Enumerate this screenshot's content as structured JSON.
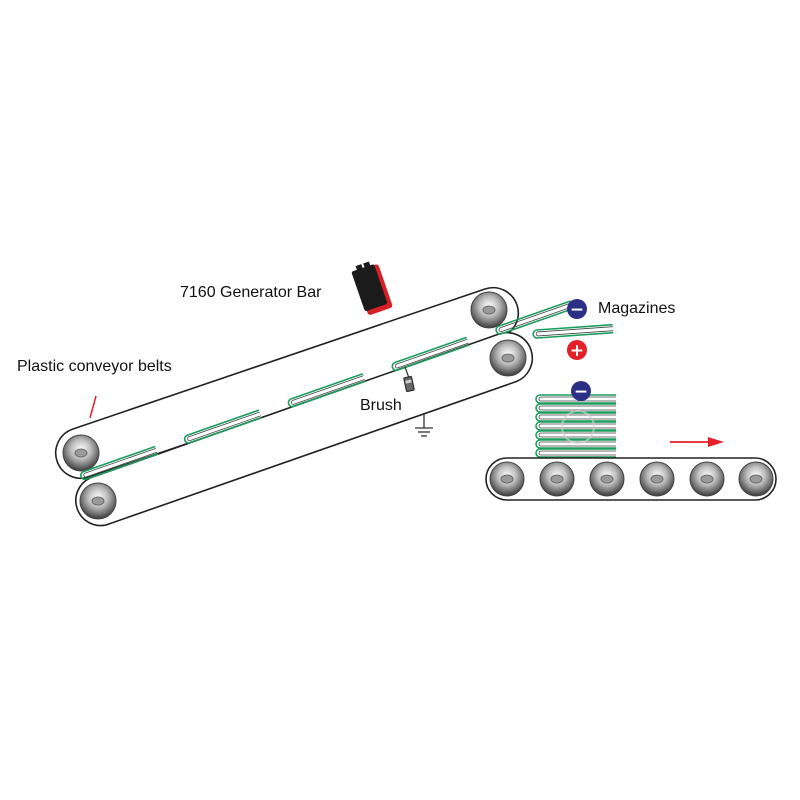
{
  "labels": {
    "generator_bar": "7160 Generator Bar",
    "conveyor_belts": "Plastic conveyor belts",
    "brush": "Brush",
    "magazines": "Magazines"
  },
  "charges": {
    "magazine_top": "−",
    "magazine_bottom": "+",
    "stack_top": "−"
  },
  "icons": {
    "negative_charge": "minus-circle-icon",
    "positive_charge": "plus-circle-icon",
    "ground": "ground-symbol-icon",
    "direction": "right-arrow-icon"
  },
  "colors": {
    "magazine": "#1a9e5c",
    "negative": "#2b2f86",
    "positive": "#e3212b",
    "arrow": "#e3212b",
    "generator": "#d81f26",
    "belt": "#222222"
  }
}
